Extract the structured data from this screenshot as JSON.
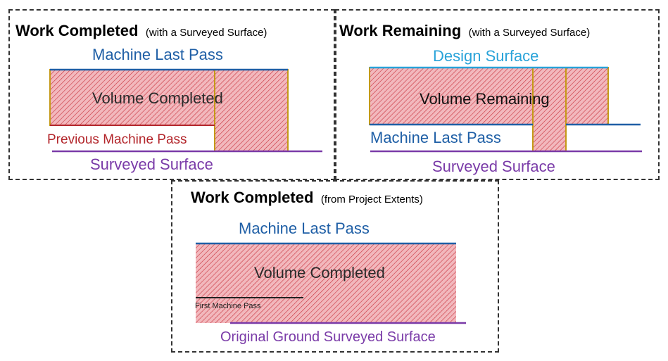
{
  "panel_work_completed_surveyed": {
    "title_bold": "Work Completed",
    "title_light": "(with a Surveyed Surface)",
    "machine_last_pass": "Machine Last Pass",
    "volume_label": "Volume Completed",
    "previous_machine_pass": "Previous Machine Pass",
    "surveyed_surface": "Surveyed Surface"
  },
  "panel_work_remaining_surveyed": {
    "title_bold": "Work Remaining",
    "title_light": "(with a Surveyed Surface)",
    "design_surface": "Design Surface",
    "volume_label": "Volume Remaining",
    "machine_last_pass": "Machine Last Pass",
    "surveyed_surface": "Surveyed Surface"
  },
  "panel_work_completed_extents": {
    "title_bold": "Work Completed",
    "title_light": "(from Project Extents)",
    "machine_last_pass": "Machine Last Pass",
    "volume_label": "Volume Completed",
    "first_machine_pass": "First Machine Pass",
    "original_ground": "Original Ground Surveyed Surface"
  },
  "colors": {
    "hatch_fill": "#f2b8bd",
    "hatch_line": "#c8323c",
    "box_outline": "#c49a17",
    "blue_line": "#1f5fa6",
    "purple_line": "#7a3ba8",
    "dark_line": "#222222",
    "light_blue": "#29a3d9"
  }
}
